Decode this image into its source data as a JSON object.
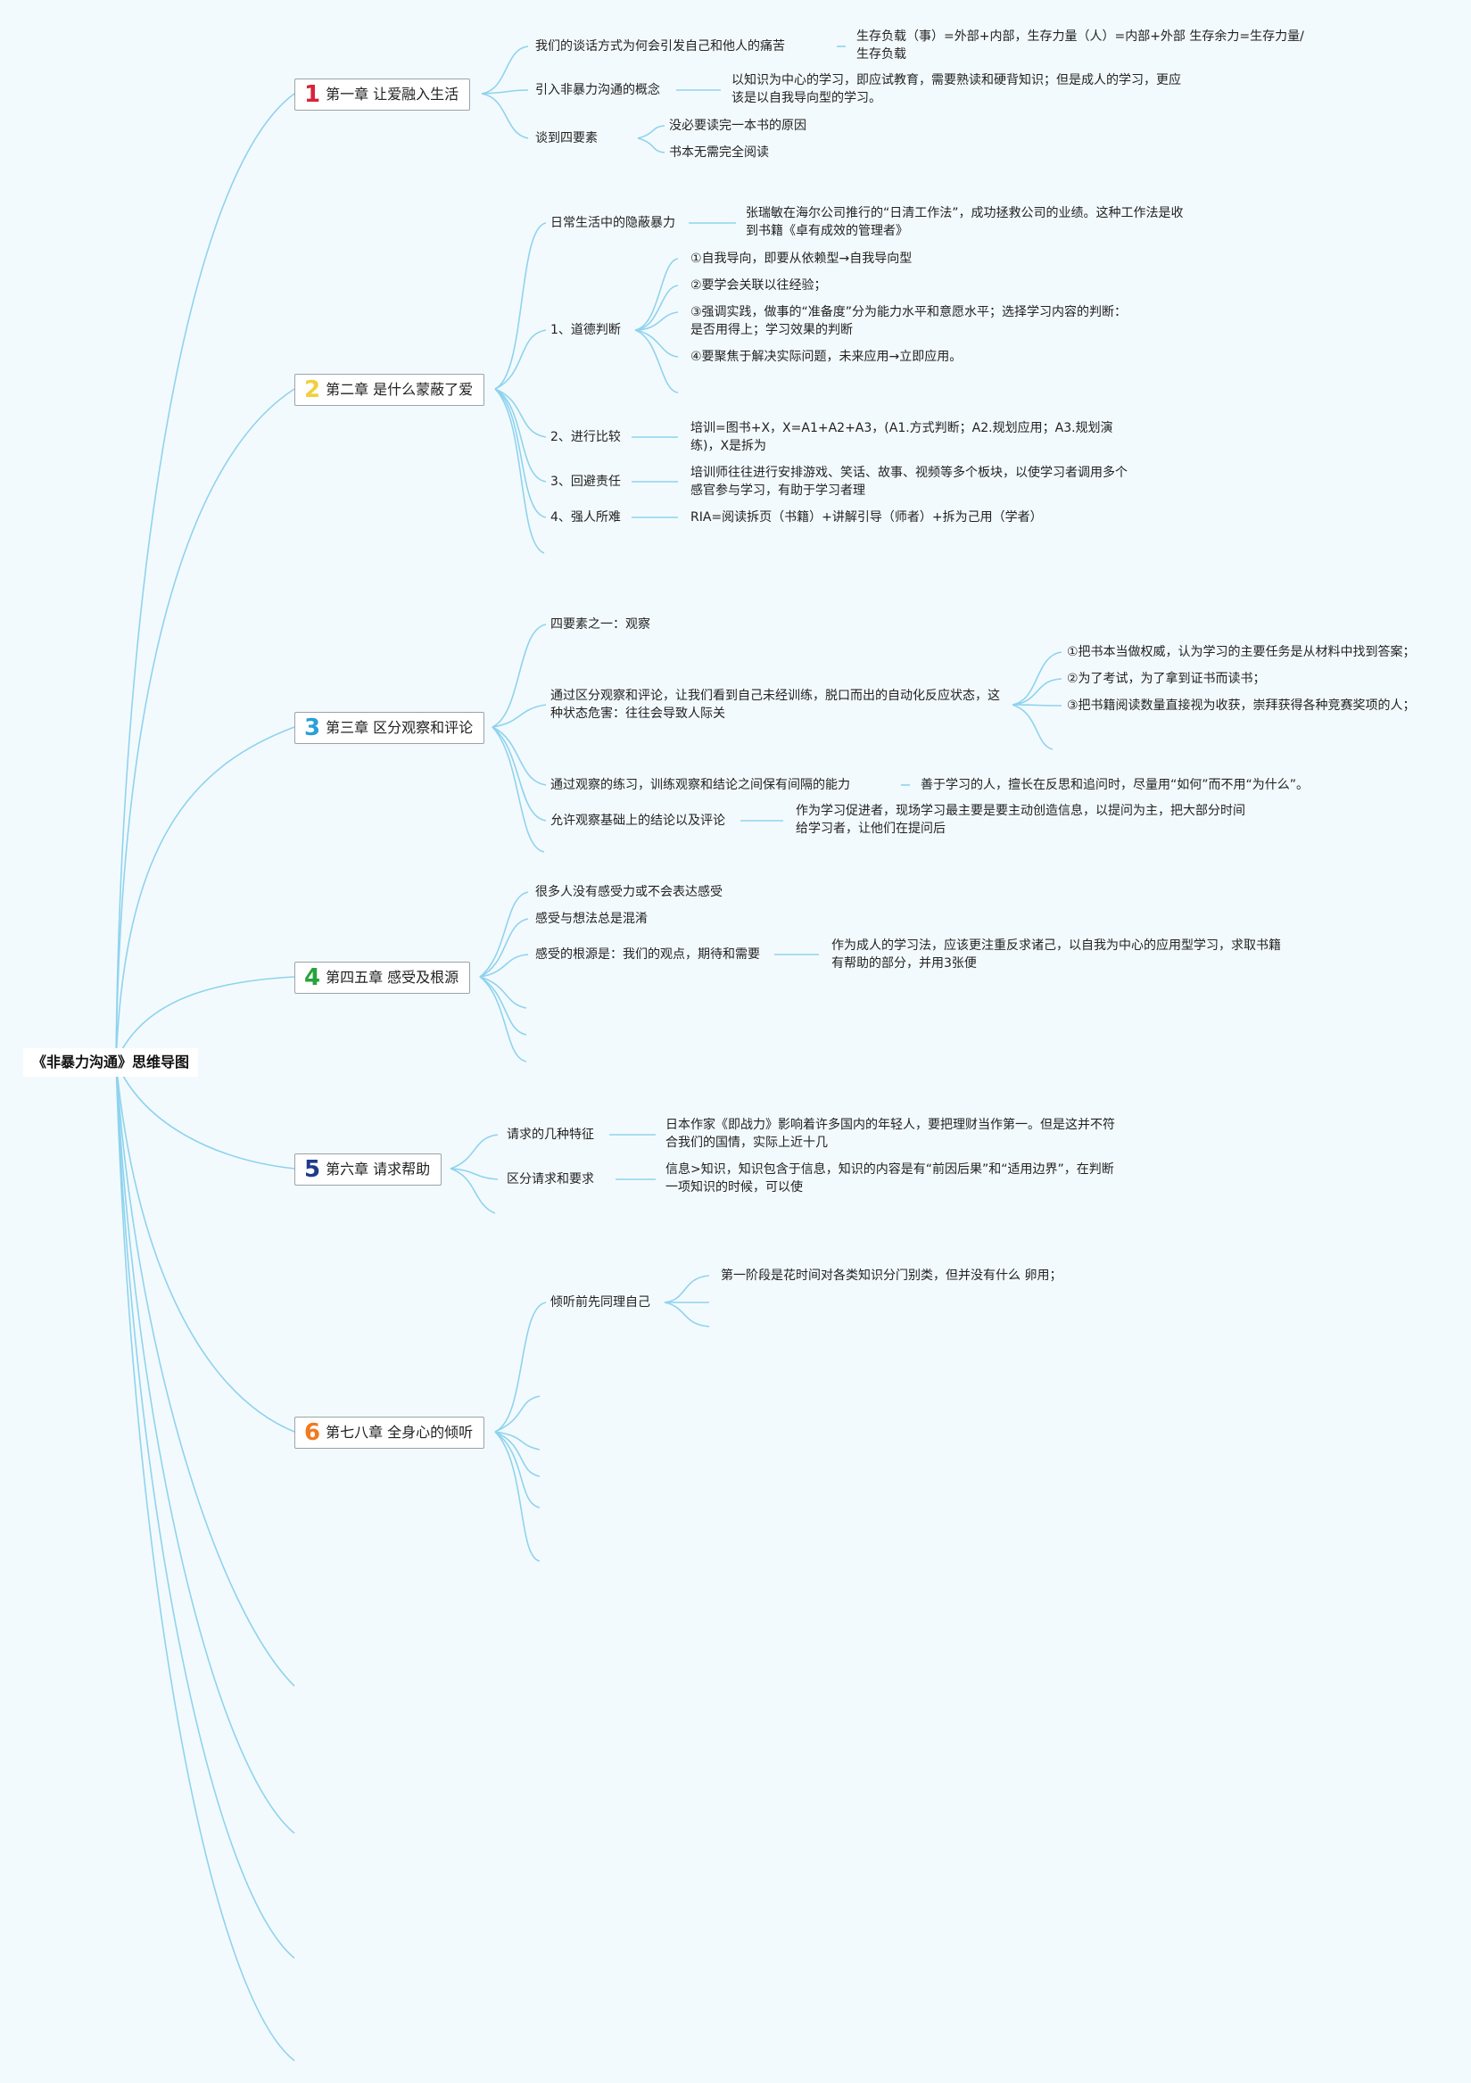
{
  "root": {
    "title": "《非暴力沟通》思维导图"
  },
  "chapters": [
    {
      "num": "1",
      "label": "第一章 让爱融入生活",
      "color": "#d6243b",
      "items": [
        {
          "text": "我们的谈话方式为何会引发自己和他人的痛苦",
          "detail": "生存负载（事）=外部+内部，生存力量（人）=内部+外部 生存余力=生存力量/生存负载"
        },
        {
          "text": "引入非暴力沟通的概念",
          "detail": "以知识为中心的学习，即应试教育，需要熟读和硬背知识；但是成人的学习，更应该是以自我导向型的学习。"
        },
        {
          "text": "谈到四要素",
          "subs": [
            "没必要读完一本书的原因",
            "书本无需完全阅读"
          ]
        }
      ]
    },
    {
      "num": "2",
      "label": "第二章 是什么蒙蔽了爱",
      "color": "#f2cf3b",
      "items": [
        {
          "text": "日常生活中的隐蔽暴力",
          "detail": "张瑞敏在海尔公司推行的“日清工作法”，成功拯救公司的业绩。这种工作法是收到书籍《卓有成效的管理者》"
        },
        {
          "text": "1、道德判断",
          "subs": [
            "①自我导向，即要从依赖型→自我导向型",
            "②要学会关联以往经验；",
            "③强调实践，做事的“准备度”分为能力水平和意愿水平；选择学习内容的判断：是否用得上；学习效果的判断",
            "④要聚焦于解决实际问题，未来应用→立即应用。"
          ]
        },
        {
          "text": "2、进行比较",
          "detail": "培训=图书+X，X=A1+A2+A3，(A1.方式判断；A2.规划应用；A3.规划演练)，X是拆为"
        },
        {
          "text": "3、回避责任",
          "detail": "培训师往往进行安排游戏、笑话、故事、视频等多个板块，以使学习者调用多个感官参与学习，有助于学习者理"
        },
        {
          "text": "4、强人所难",
          "detail": "RIA=阅读拆页（书籍）+讲解引导（师者）+拆为己用（学者）"
        }
      ]
    },
    {
      "num": "3",
      "label": "第三章 区分观察和评论",
      "color": "#2aa0d8",
      "items": [
        {
          "text": "四要素之一：观察"
        },
        {
          "text": "通过区分观察和评论，让我们看到自己未经训练，脱口而出的自动化反应状态，这种状态危害：往往会导致人际关",
          "subs": [
            "①把书本当做权威，认为学习的主要任务是从材料中找到答案；",
            "②为了考试，为了拿到证书而读书；",
            "③把书籍阅读数量直接视为收获，崇拜获得各种竞赛奖项的人；"
          ]
        },
        {
          "text": "通过观察的练习，训练观察和结论之间保有间隔的能力",
          "detail": "善于学习的人，擅长在反思和追问时，尽量用“如何”而不用“为什么”。"
        },
        {
          "text": "允许观察基础上的结论以及评论",
          "detail": "作为学习促进者，现场学习最主要是要主动创造信息，以提问为主，把大部分时间给学习者，让他们在提问后"
        }
      ]
    },
    {
      "num": "4",
      "label": "第四五章 感受及根源",
      "color": "#27a33b",
      "items": [
        {
          "text": "很多人没有感受力或不会表达感受"
        },
        {
          "text": "感受与想法总是混淆"
        },
        {
          "text": "感受的根源是：我们的观点，期待和需要",
          "detail": "作为成人的学习法，应该更注重反求诸己，以自我为中心的应用型学习，求取书籍有帮助的部分，并用3张便"
        }
      ]
    },
    {
      "num": "5",
      "label": "第六章 请求帮助",
      "color": "#1e3a8a",
      "items": [
        {
          "text": "请求的几种特征",
          "detail": "日本作家《即战力》影响着许多国内的年轻人，要把理财当作第一。但是这并不符合我们的国情，实际上近十几"
        },
        {
          "text": "区分请求和要求",
          "detail": "信息>知识，知识包含于信息，知识的内容是有“前因后果”和“适用边界”，在判断一项知识的时候，可以使"
        }
      ]
    },
    {
      "num": "6",
      "label": "第七八章 全身心的倾听",
      "color": "#f07a1e",
      "items": [
        {
          "text": "倾听前先同理自己",
          "subs": [
            "第一阶段是花时间对各类知识分门别类，但并没有什么 卵用；"
          ]
        }
      ]
    }
  ]
}
